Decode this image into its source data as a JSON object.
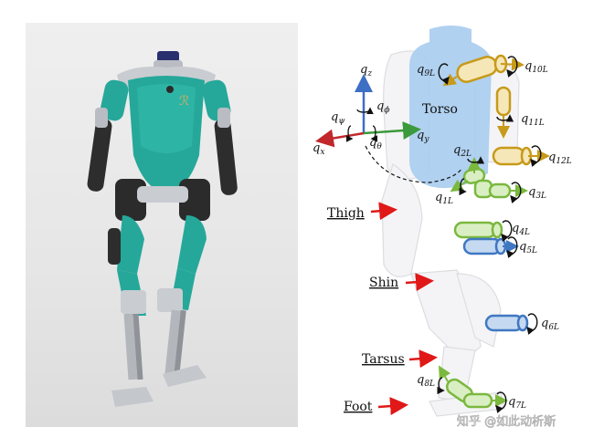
{
  "colors": {
    "torso_fill": "#a9cdef",
    "axis_blue": "#3d6fc4",
    "axis_red": "#c0282b",
    "axis_green": "#3b9a3b",
    "gold": "#c79a1a",
    "joint_green": "#7bb83e",
    "joint_blue": "#3f78c2",
    "pointer_red": "#e01818",
    "robot_teal": "#25a89a"
  },
  "diagram": {
    "torso_label": "Torso",
    "base_frame": {
      "axis_z": {
        "symbol": "q",
        "sub": "z"
      },
      "axis_x": {
        "symbol": "q",
        "sub": "x"
      },
      "axis_y": {
        "symbol": "q",
        "sub": "y"
      },
      "rot_phi": {
        "symbol": "q",
        "sub": "ϕ"
      },
      "rot_psi": {
        "symbol": "q",
        "sub": "ψ"
      },
      "rot_theta": {
        "symbol": "q",
        "sub": "θ"
      }
    },
    "joints": {
      "q1": {
        "symbol": "q",
        "sub": "1L"
      },
      "q2": {
        "symbol": "q",
        "sub": "2L"
      },
      "q3": {
        "symbol": "q",
        "sub": "3L"
      },
      "q4": {
        "symbol": "q",
        "sub": "4L"
      },
      "q5": {
        "symbol": "q",
        "sub": "5L"
      },
      "q6": {
        "symbol": "q",
        "sub": "6L"
      },
      "q7": {
        "symbol": "q",
        "sub": "7L"
      },
      "q8": {
        "symbol": "q",
        "sub": "8L"
      },
      "q9": {
        "symbol": "q",
        "sub": "9L"
      },
      "q10": {
        "symbol": "q",
        "sub": "10L"
      },
      "q11": {
        "symbol": "q",
        "sub": "11L"
      },
      "q12": {
        "symbol": "q",
        "sub": "12L"
      }
    },
    "body_parts": {
      "thigh": "Thigh",
      "shin": "Shin",
      "tarsus": "Tarsus",
      "foot": "Foot"
    }
  },
  "watermark": "知乎 @如此动析斯"
}
